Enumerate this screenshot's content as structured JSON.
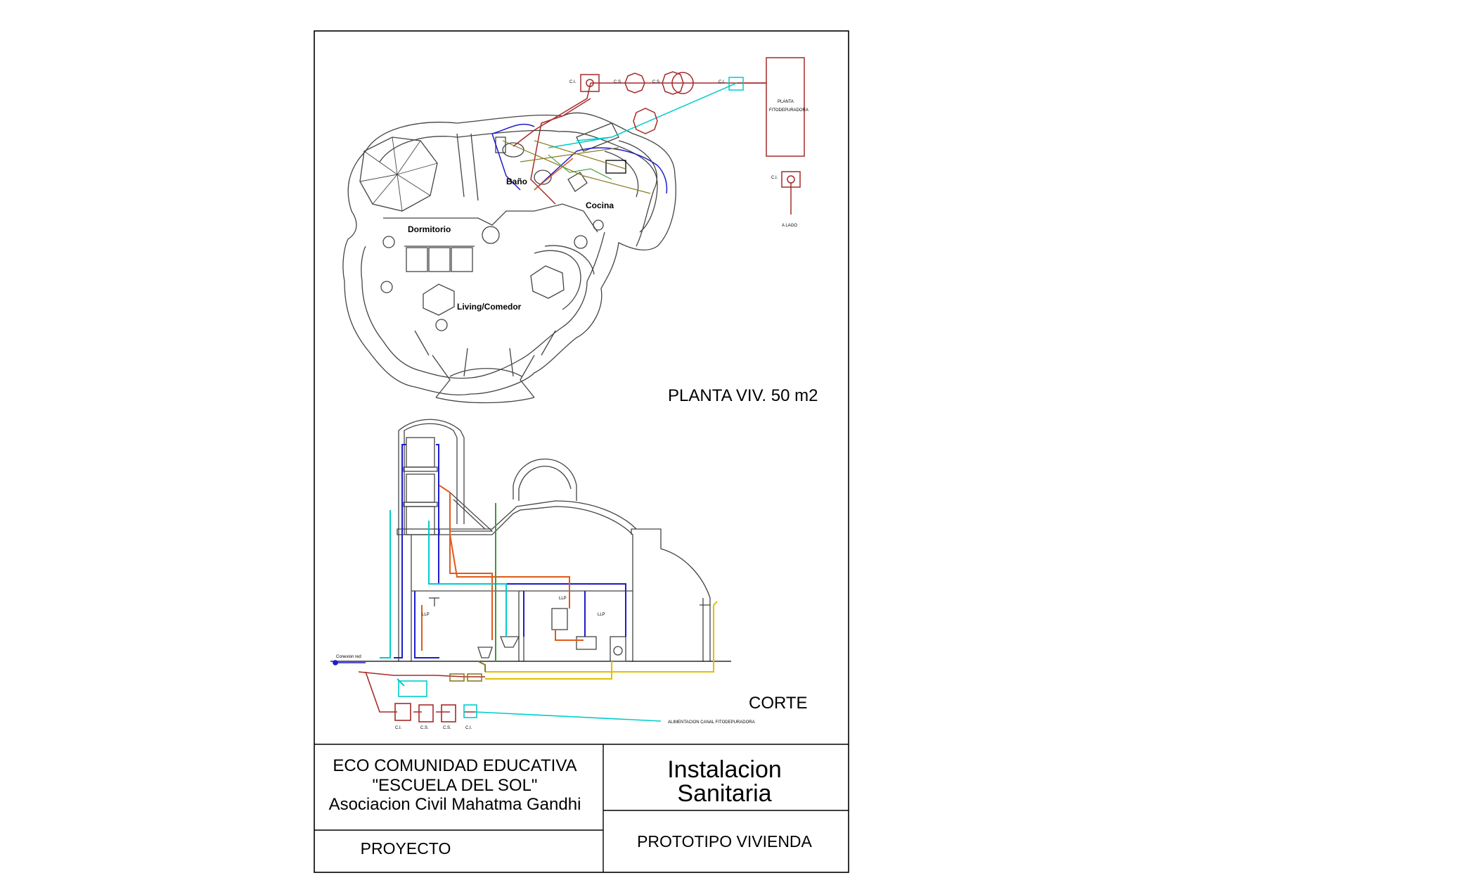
{
  "titleblock": {
    "school_line1": "ECO COMUNIDAD EDUCATIVA",
    "school_line2": "\"ESCUELA DEL SOL\"",
    "school_line3": "Asociacion Civil Mahatma Gandhi",
    "subject_line1": "Instalacion",
    "subject_line2": "Sanitaria",
    "project_label": "PROYECTO",
    "project_name": "PROTOTIPO VIVIENDA"
  },
  "drawings": {
    "plan_title": "PLANTA VIV. 50 m2",
    "section_title": "CORTE"
  },
  "rooms": {
    "bath": "Baño",
    "kitchen": "Cocina",
    "bedroom": "Dormitorio",
    "living": "Living/Comedor"
  },
  "tags": {
    "ci": "C.I.",
    "cs": "C.S.",
    "plant_line1": "PLANTA",
    "plant_line2": "FITODEPURADORA",
    "to_lake": "A LAGO",
    "mains": "Conexion red",
    "llp": "LLP",
    "supply": "ALIMENTACION CANAL FITODEPURADORA"
  },
  "colors": {
    "frame": "#000000",
    "plan_walls": "#444444",
    "sewer": "#a52a2a",
    "cold_water": "#1c1ccc",
    "hot_water": "#e05a1a",
    "vent": "#00cccc",
    "gas": "#e0c000",
    "green_pipe": "#3a9a3a",
    "grey_water": "#8a7a20"
  }
}
